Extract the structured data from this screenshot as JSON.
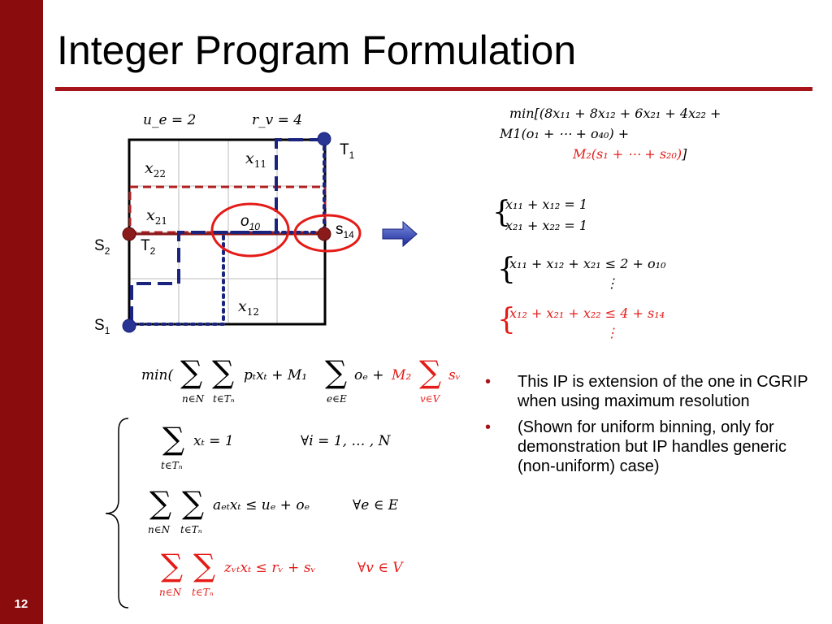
{
  "page": {
    "title": "Integer Program Formulation",
    "page_number": "12",
    "accent_color": "#a5141a"
  },
  "diagram": {
    "u_label": "u_e = 2",
    "r_label": "r_v = 4",
    "terminals": {
      "T1": "T",
      "T1_sub": "1",
      "T2": "T",
      "T2_sub": "2"
    },
    "sources": {
      "S1": "S",
      "S1_sub": "1",
      "S2": "S",
      "S2_sub": "2"
    },
    "vars": {
      "x11": "x",
      "x11_sub": "11",
      "x22": "x",
      "x22_sub": "22",
      "x21": "x",
      "x21_sub": "21",
      "x12": "x",
      "x12_sub": "12"
    },
    "o10": "o",
    "o10_sub": "10",
    "s14": "s",
    "s14_sub": "14"
  },
  "objective_top": {
    "line1": "min[(8x₁₁ + 8x₁₂ + 6x₂₁ + 4x₂₂ +",
    "line2": "M1(o₁ + ⋯ + o₄₀) +",
    "line3": "M₂(s₁ + ⋯ + s₂₀)",
    "line3_close": "]"
  },
  "constraints_right": {
    "c1": "x₁₁ + x₁₂ = 1",
    "c2": "x₂₁ + x₂₂ = 1",
    "c3": "x₁₁ + x₁₂ + x₂₁ ≤ 2 + o₁₀",
    "c3_dots": "⋮",
    "c4": "x₁₂ + x₂₁ + x₂₂ ≤ 4 + s₁₄",
    "c4_dots": "⋮"
  },
  "objective_general": {
    "prefix": "min(",
    "term1": "pₜxₜ + M₁",
    "term2": "oₑ + ",
    "term3_coef": "M₂",
    "term3": "sᵥ",
    "sub_n": "n∈N",
    "sub_t": "t∈Tₙ",
    "sub_e": "e∈E",
    "sub_v": "v∈V"
  },
  "constraints_general": {
    "c1": "xₜ = 1",
    "c1_cond": "∀i = 1, … , N",
    "c1_sub": "t∈Tₙ",
    "c2": "aₑₜxₜ ≤ uₑ + oₑ",
    "c2_cond": "∀e ∈ E",
    "c2_sub_n": "n∈N",
    "c2_sub_t": "t∈Tₙ",
    "c3": "zᵥₜxₜ ≤ rᵥ + sᵥ",
    "c3_cond": "∀v ∈ V",
    "c3_sub_n": "n∈N",
    "c3_sub_t": "t∈Tₙ"
  },
  "bullets": [
    "This IP is extension of the one in CGRIP when using maximum resolution",
    "(Shown for uniform binning, only for demonstration but IP handles generic (non-uniform) case)"
  ],
  "bullet_marker": "•"
}
